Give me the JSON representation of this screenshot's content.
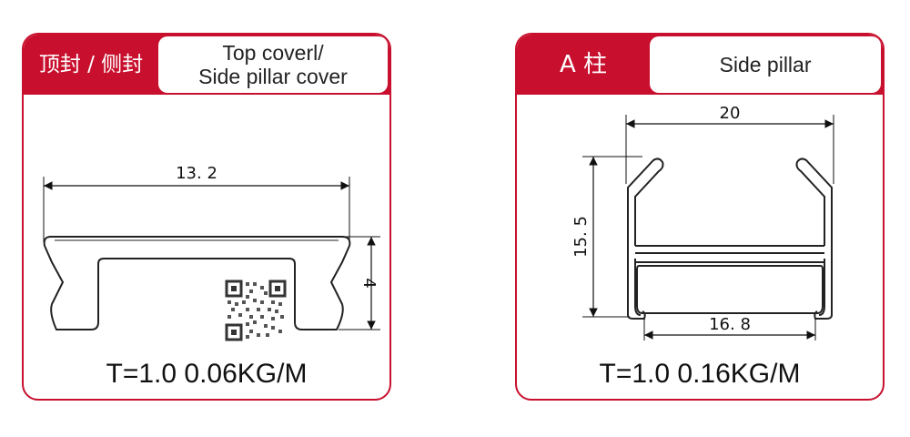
{
  "cards": [
    {
      "zh_title": "顶封 / 侧封",
      "en_title_line1": "Top coverl/",
      "en_title_line2": "Side pillar cover",
      "dim_width": "13. 2",
      "dim_height": "4",
      "spec": "T=1.0  0.06KG/M"
    },
    {
      "zh_title": "A 柱",
      "en_title_line1": "Side pillar",
      "dim_width": "20",
      "dim_height": "15. 5",
      "dim_bottom": "16. 8",
      "spec": "T=1.0  0.16KG/M"
    }
  ],
  "colors": {
    "accent": "#c8102e",
    "profile": "#222222"
  },
  "icons": {
    "qr": "qr-code-icon"
  }
}
